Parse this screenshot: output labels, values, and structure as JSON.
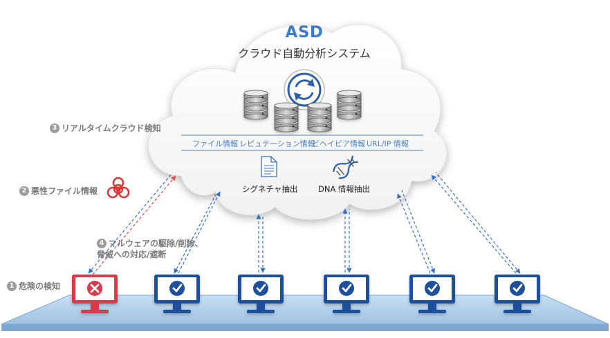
{
  "cloud": {
    "title": "ASD",
    "subtitle": "クラウド自動分析システム",
    "info_tabs": [
      "ファイル情報",
      "レピュテーション情報",
      "ビヘイビア情報",
      "URL/IP 情報"
    ],
    "signature_label": "シグネチャ抽出",
    "dna_label": "DNA 情報抽出"
  },
  "steps": {
    "step1": {
      "num": "1",
      "text": "危険の検知"
    },
    "step2": {
      "num": "2",
      "text": "悪性ファイル情報"
    },
    "step3": {
      "num": "3",
      "text": "リアルタイムクラウド検知"
    },
    "step4": {
      "num": "4",
      "line1": "マルウェアの駆除/削除、",
      "line2": "脅威への対応/遮断"
    }
  },
  "endpoints": [
    {
      "status": "threat"
    },
    {
      "status": "safe"
    },
    {
      "status": "safe"
    },
    {
      "status": "safe"
    },
    {
      "status": "safe"
    },
    {
      "status": "safe"
    }
  ],
  "colors": {
    "accent_blue": "#1f4f9c",
    "threat_red": "#d83a4a",
    "title_blue": "#3d7cc9",
    "arrow_blue": "#3a6fc0",
    "arrow_red": "#e04a4a",
    "platform": "#a9c9e6"
  }
}
